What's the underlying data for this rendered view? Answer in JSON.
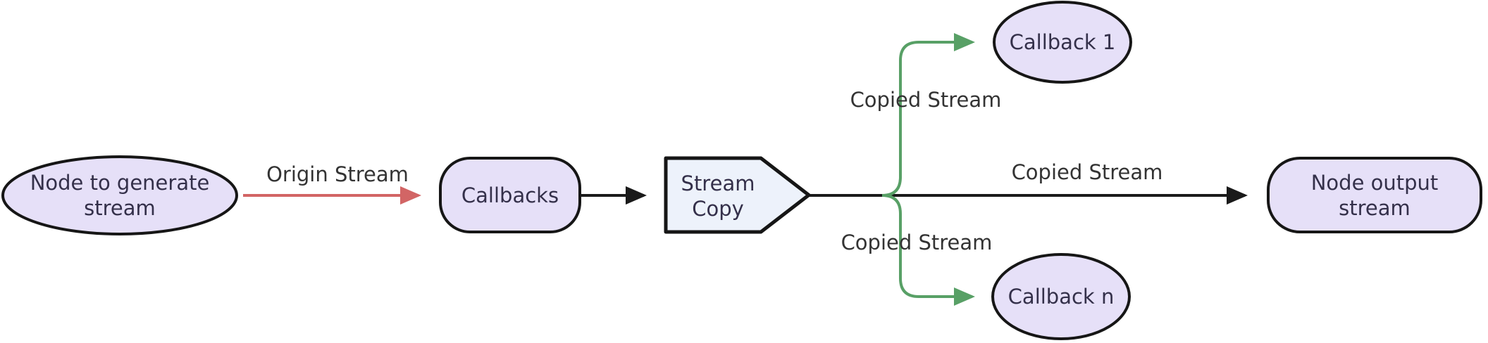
{
  "diagram": {
    "type": "flowchart-left-to-right",
    "background": "#ffffff",
    "colors": {
      "node_fill": "#e6e0f8",
      "copy_node_fill": "#edf2fb",
      "node_border": "#161616",
      "node_text": "#34304a",
      "edge_label_text": "#333333",
      "black_edge": "#1a1a1a",
      "red_edge": "#d26565",
      "green_edge": "#58a066"
    },
    "nodes": {
      "generator": {
        "shape": "ellipse",
        "label_line1": "Node to generate",
        "label_line2": "stream"
      },
      "callbacks": {
        "shape": "stadium",
        "label": "Callbacks"
      },
      "stream_copy": {
        "shape": "pointed-pentagon",
        "label_line1": "Stream",
        "label_line2": "Copy"
      },
      "callback_1": {
        "shape": "ellipse",
        "label": "Callback 1"
      },
      "callback_n": {
        "shape": "ellipse",
        "label": "Callback n"
      },
      "output": {
        "shape": "stadium",
        "label_line1": "Node output",
        "label_line2": "stream"
      }
    },
    "edges": {
      "origin": {
        "from": "generator",
        "to": "callbacks",
        "label": "Origin Stream",
        "color": "#d26565"
      },
      "callbacks_to_copy": {
        "from": "callbacks",
        "to": "stream_copy",
        "label": "",
        "color": "#1a1a1a"
      },
      "copied_top": {
        "from": "stream_copy",
        "to": "callback_1",
        "label": "Copied Stream",
        "color": "#58a066"
      },
      "copied_mid": {
        "from": "stream_copy",
        "to": "output",
        "label": "Copied Stream",
        "color": "#1a1a1a"
      },
      "copied_bottom": {
        "from": "stream_copy",
        "to": "callback_n",
        "label": "Copied Stream",
        "color": "#58a066"
      }
    }
  }
}
